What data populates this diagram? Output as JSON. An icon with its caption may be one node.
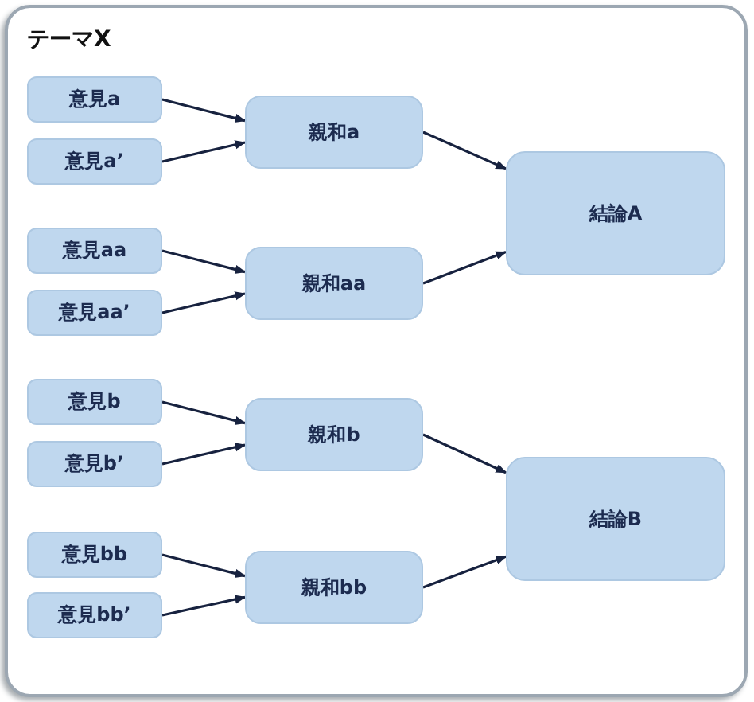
{
  "diagram": {
    "nodes": [
      {
        "text": [
          "テーマX"
        ]
      },
      {
        "text": [
          "意見a"
        ],
        "in": 0
      },
      {
        "text": [
          "意見a’"
        ],
        "in": 0
      },
      {
        "text": [
          "親和a"
        ],
        "in": 0
      },
      {
        "text": [
          "結論A"
        ],
        "in": 0
      },
      {
        "text": [
          "意見aa"
        ],
        "in": 0
      },
      {
        "text": [
          "意見aa’"
        ],
        "in": 0
      },
      {
        "text": [
          "親和aa"
        ],
        "in": 0
      },
      {
        "text": [
          "意見b"
        ],
        "in": 0
      },
      {
        "text": [
          "意見b’"
        ],
        "in": 0
      },
      {
        "text": [
          "親和b"
        ],
        "in": 0
      },
      {
        "text": [
          "結論B"
        ],
        "in": 0
      },
      {
        "text": [
          "意見bb"
        ],
        "in": 0
      },
      {
        "text": [
          "意見bb’"
        ],
        "in": 0
      },
      {
        "text": [
          "親和bb"
        ],
        "in": 0
      }
    ],
    "edges": [
      {
        "from": 1,
        "to": 3,
        "arrow": "to"
      },
      {
        "from": 2,
        "to": 3,
        "arrow": "to"
      },
      {
        "from": 5,
        "to": 7,
        "arrow": "to"
      },
      {
        "from": 6,
        "to": 7,
        "arrow": "to"
      },
      {
        "from": 3,
        "to": 4,
        "arrow": "to"
      },
      {
        "from": 7,
        "to": 4,
        "arrow": "to"
      },
      {
        "from": 8,
        "to": 10,
        "arrow": "to"
      },
      {
        "from": 9,
        "to": 10,
        "arrow": "to"
      },
      {
        "from": 12,
        "to": 14,
        "arrow": "to"
      },
      {
        "from": 13,
        "to": 14,
        "arrow": "to"
      },
      {
        "from": 10,
        "to": 11,
        "arrow": "to"
      },
      {
        "from": 14,
        "to": 11,
        "arrow": "to"
      }
    ]
  }
}
